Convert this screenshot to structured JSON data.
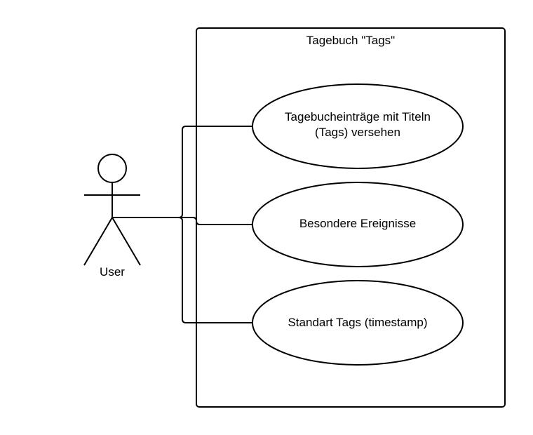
{
  "diagram": {
    "system": {
      "title": "Tagebuch \"Tags\""
    },
    "actor": {
      "label": "User"
    },
    "use_cases": [
      {
        "lines": [
          "Tagebucheinträge mit Titeln",
          "(Tags) versehen"
        ]
      },
      {
        "lines": [
          "Besondere Ereignisse"
        ]
      },
      {
        "lines": [
          "Standart Tags (timestamp)"
        ]
      }
    ],
    "colors": {
      "stroke": "#000000",
      "background": "#ffffff"
    }
  }
}
